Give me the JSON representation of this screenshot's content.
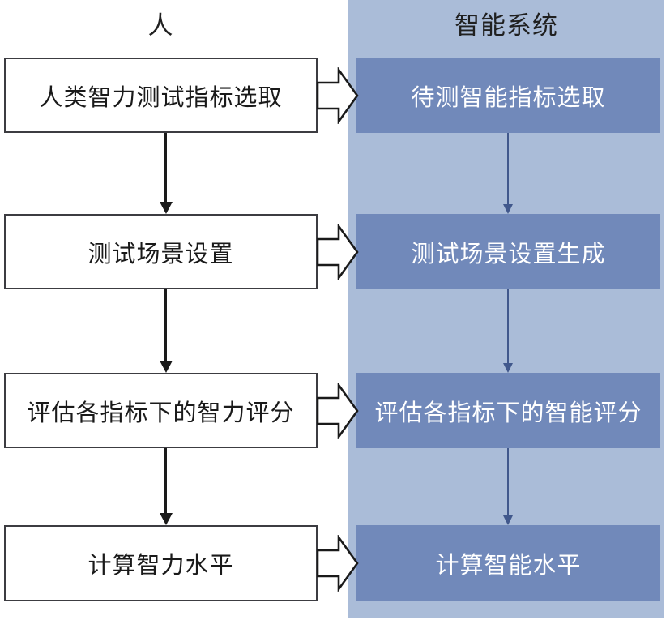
{
  "diagram": {
    "title_left": "人",
    "title_right": "智能系统",
    "type": "two-column-flowchart",
    "colors": {
      "panel_background": "#aabcd8",
      "right_box_fill": "#7189ba",
      "right_box_text": "#ffffff",
      "left_box_fill": "#ffffff",
      "left_box_border": "#3c3c41",
      "left_box_text": "#1a1a1a",
      "left_arrow": "#1a1a1a",
      "right_arrow": "#41588c",
      "block_arrow_fill": "#ffffff",
      "block_arrow_stroke": "#1a1a1a"
    },
    "columns": [
      {
        "id": "human",
        "header": "人"
      },
      {
        "id": "intelligent-system",
        "header": "智能系统"
      }
    ],
    "rows": [
      {
        "index": 1,
        "left": "人类智力测试指标选取",
        "right": "待测智能指标选取",
        "mapping_arrow": "block-arrow-right"
      },
      {
        "index": 2,
        "left": "测试场景设置",
        "right": "测试场景设置生成",
        "mapping_arrow": "block-arrow-right"
      },
      {
        "index": 3,
        "left": "评估各指标下的智力评分",
        "right": "评估各指标下的智能评分",
        "mapping_arrow": "block-arrow-right"
      },
      {
        "index": 4,
        "left": "计算智力水平",
        "right": "计算智能水平",
        "mapping_arrow": "block-arrow-right"
      }
    ],
    "flow_connectors": [
      {
        "from_row": 1,
        "to_row": 2,
        "column": "human",
        "direction": "down"
      },
      {
        "from_row": 2,
        "to_row": 3,
        "column": "human",
        "direction": "down"
      },
      {
        "from_row": 3,
        "to_row": 4,
        "column": "human",
        "direction": "down"
      },
      {
        "from_row": 1,
        "to_row": 2,
        "column": "intelligent-system",
        "direction": "down"
      },
      {
        "from_row": 2,
        "to_row": 3,
        "column": "intelligent-system",
        "direction": "down"
      },
      {
        "from_row": 3,
        "to_row": 4,
        "column": "intelligent-system",
        "direction": "down"
      }
    ]
  }
}
